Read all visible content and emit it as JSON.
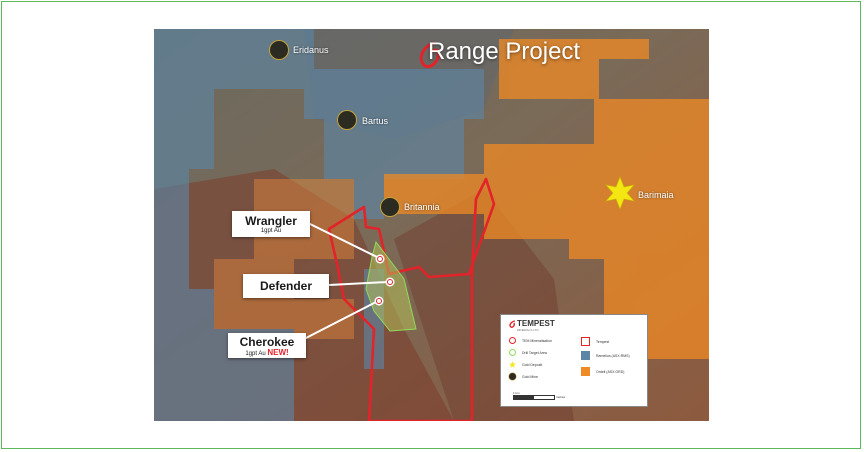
{
  "title": "Range Project",
  "deposits": [
    {
      "name": "Eridanus"
    },
    {
      "name": "Bartus"
    },
    {
      "name": "Britannia"
    },
    {
      "name": "Barimaia"
    }
  ],
  "targets": {
    "wrangler": {
      "name": "Wrangler",
      "grade": "1gpt Au"
    },
    "defender": {
      "name": "Defender"
    },
    "cherokee": {
      "name": "Cherokee",
      "grade": "1gpt Au",
      "badge": "NEW!"
    }
  },
  "legend": {
    "logo": "TEMPEST",
    "logo_sub": "MINERALS LTD",
    "items": [
      {
        "label": "TEM Mineralisation",
        "icon": "tem-icon"
      },
      {
        "label": "Drill Target Area",
        "icon": "target-circle-icon"
      },
      {
        "label": "Gold Deposit",
        "icon": "star-icon"
      },
      {
        "label": "Gold Mine",
        "icon": "mine-icon"
      },
      {
        "label": "Tempest",
        "color": "#e2232a"
      },
      {
        "label": "Ramelius (ASX:RMS)",
        "color": "#5d86a6"
      },
      {
        "label": "Ordell (ASX:ORD)",
        "color": "#f08a24"
      }
    ],
    "scale_label": "1 km",
    "scale_units": "metres"
  },
  "colors": {
    "tempest_outline": "#e2232a",
    "ramelius": "#5d86a6",
    "ordell": "#f08a24",
    "drill_target": "#8fdb5a",
    "frame": "#5bb85b"
  }
}
